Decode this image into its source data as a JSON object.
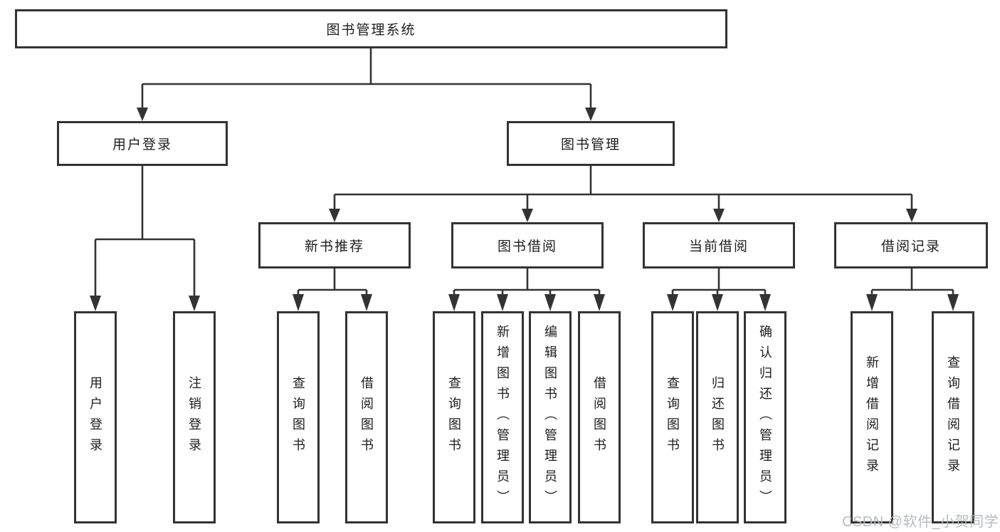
{
  "diagram": {
    "title": "图书管理系统",
    "tree": {
      "root": {
        "label": "图书管理系统",
        "children": [
          {
            "label": "用户登录",
            "children": [
              {
                "label": "用户登录"
              },
              {
                "label": "注销登录"
              }
            ]
          },
          {
            "label": "图书管理",
            "children": [
              {
                "label": "新书推荐",
                "children": [
                  {
                    "label": "查询图书"
                  },
                  {
                    "label": "借阅图书"
                  }
                ]
              },
              {
                "label": "图书借阅",
                "children": [
                  {
                    "label": "查询图书"
                  },
                  {
                    "label": "新增图书（管理员）"
                  },
                  {
                    "label": "编辑图书（管理员）"
                  },
                  {
                    "label": "借阅图书"
                  }
                ]
              },
              {
                "label": "当前借阅",
                "children": [
                  {
                    "label": "查询图书"
                  },
                  {
                    "label": "归还图书"
                  },
                  {
                    "label": "确认归还（管理员）"
                  }
                ]
              },
              {
                "label": "借阅记录",
                "children": [
                  {
                    "label": "新增借阅记录"
                  },
                  {
                    "label": "查询借阅记录"
                  }
                ]
              }
            ]
          }
        ]
      }
    },
    "colors": {
      "line": "#333333",
      "text": "#1d1d1f",
      "background": "#ffffff",
      "watermark": "#b4b8bb"
    }
  },
  "watermark": {
    "text": "CSDN @软件_小贺同学"
  }
}
